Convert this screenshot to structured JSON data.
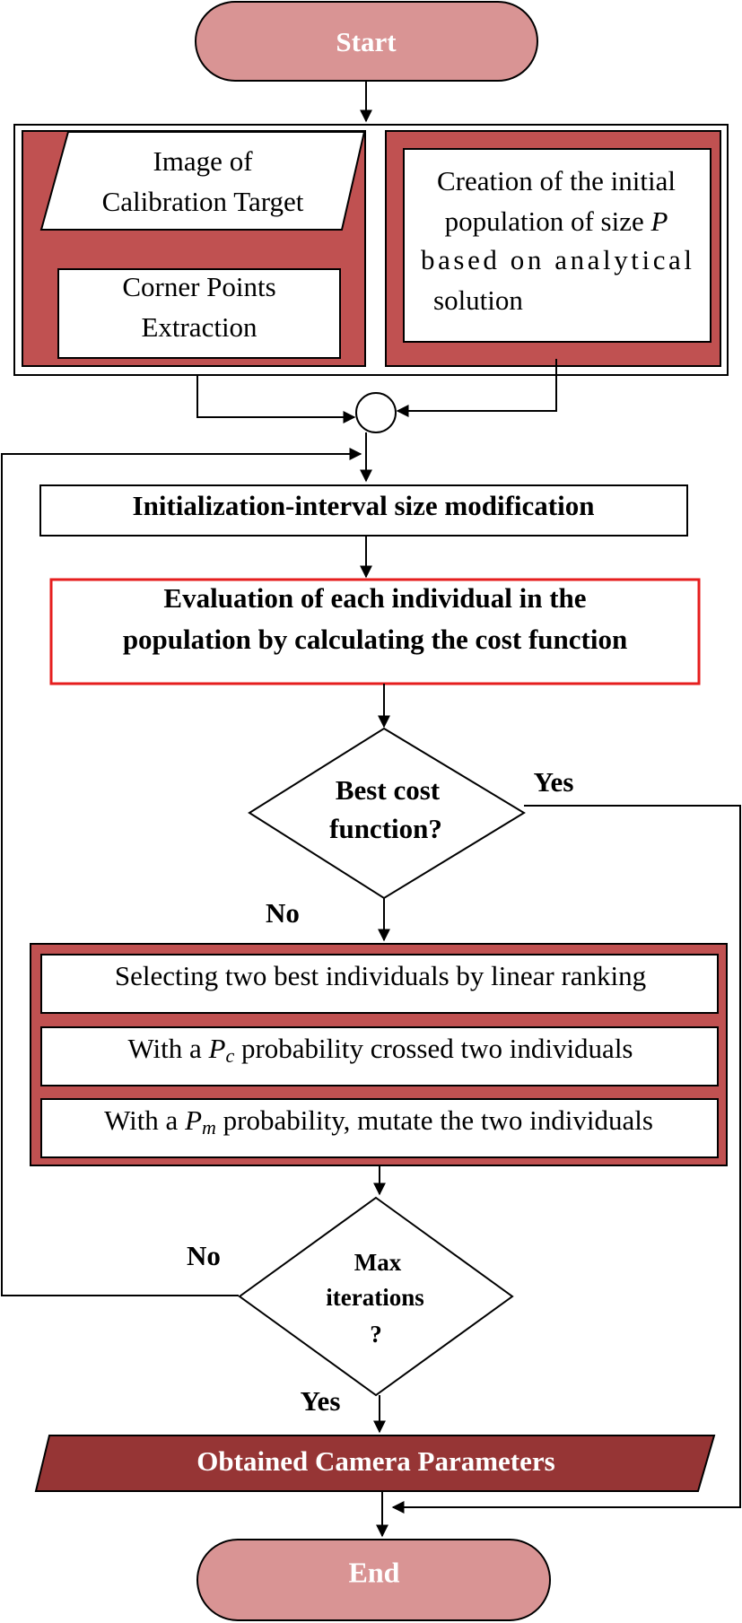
{
  "colors": {
    "terminal_fill": "#d99494",
    "panel_fill": "#c05151",
    "io_fill": "#963535",
    "highlight_border": "#e61e1e",
    "line": "#000000"
  },
  "terminals": {
    "start": "Start",
    "end": "End"
  },
  "inputs": {
    "image": [
      "Image of",
      "Calibration Target"
    ],
    "corner": [
      "Corner Points",
      "Extraction"
    ],
    "population": [
      "Creation of the initial",
      "population of size",
      "based on analytical",
      "solution"
    ],
    "population_var": "P"
  },
  "steps": {
    "init_interval": "Initialization-interval size modification",
    "evaluation": [
      "Evaluation of each individual in the",
      "population by calculating the cost function"
    ]
  },
  "decisions": {
    "best_cost": [
      "Best cost",
      "function?"
    ],
    "max_iter": [
      "Max",
      "iterations",
      "?"
    ]
  },
  "ga_ops": {
    "selecting": "Selecting two best individuals by linear ranking",
    "crossover_pre": "With a",
    "crossover_var": "P",
    "crossover_sub": "c",
    "crossover_post": "probability crossed two individuals",
    "mutation_pre": "With a",
    "mutation_var": "P",
    "mutation_sub": "m",
    "mutation_post": "probability, mutate the two individuals"
  },
  "output": "Obtained Camera Parameters",
  "branch_labels": {
    "yes_best": "Yes",
    "no_best": "No",
    "no_max": "No",
    "yes_max": "Yes"
  }
}
